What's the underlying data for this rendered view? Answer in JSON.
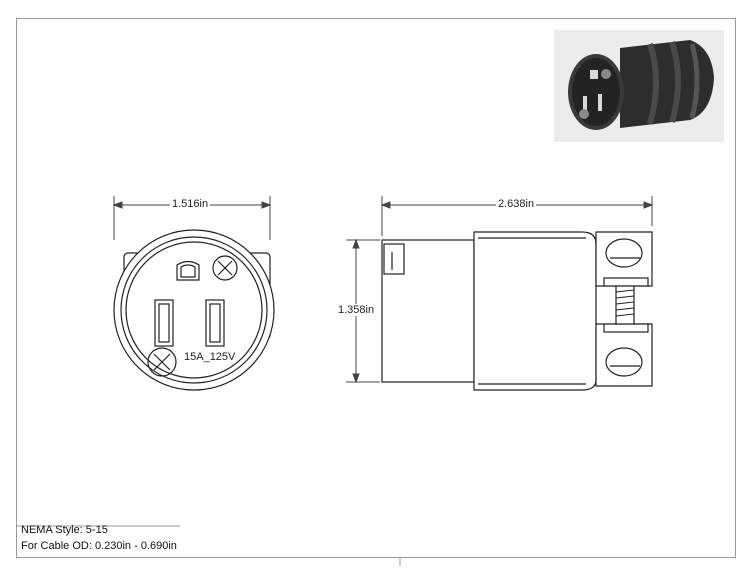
{
  "drawing": {
    "front_width_label": "1.516in",
    "side_length_label": "2.638in",
    "height_label": "1.358in",
    "face_rating_label": "15A_125V"
  },
  "notes": {
    "line1": "NEMA Style: 5-15",
    "line2": "For Cable OD: 0.230in - 0.690in"
  }
}
